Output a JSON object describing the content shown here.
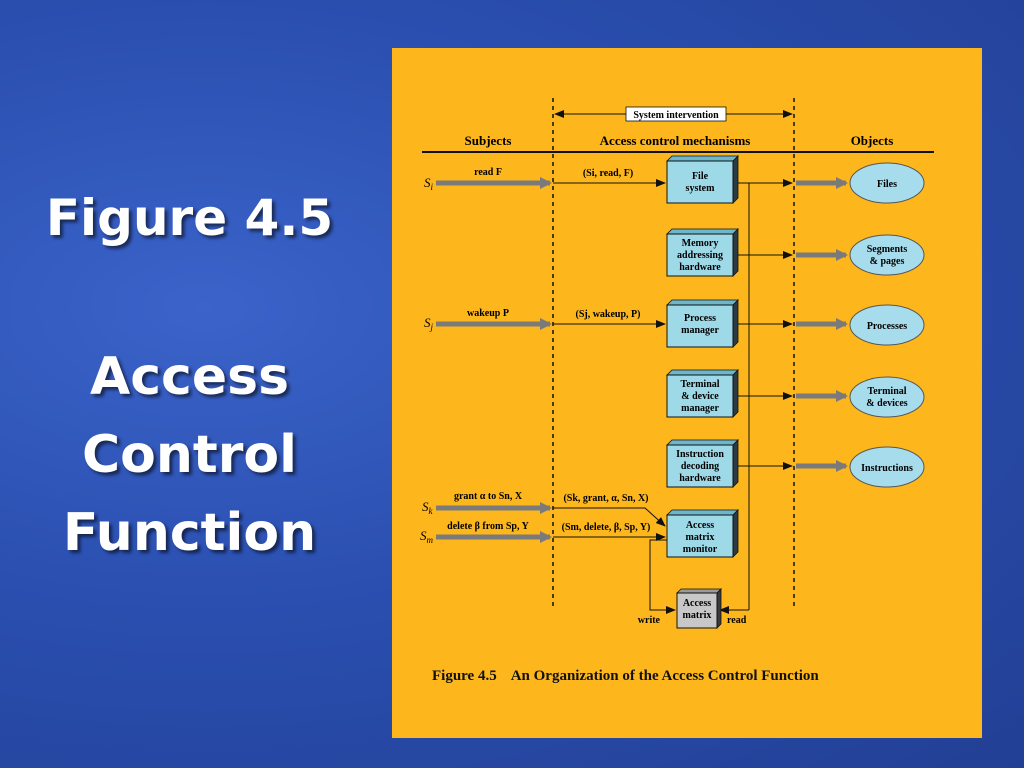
{
  "slide": {
    "title_line1": "Figure 4.5",
    "title_line2": "Access",
    "title_line3": "Control",
    "title_line4": "Function"
  },
  "diagram": {
    "system_intervention": "System intervention",
    "headers": {
      "subjects": "Subjects",
      "mechanisms": "Access control mechanisms",
      "objects": "Objects"
    },
    "subjects": [
      {
        "sym": "S",
        "sub": "i"
      },
      {
        "sym": "S",
        "sub": "j"
      },
      {
        "sym": "S",
        "sub": "k"
      },
      {
        "sym": "S",
        "sub": "m"
      }
    ],
    "requests": [
      {
        "text": "read F"
      },
      {
        "text": "wakeup P"
      },
      {
        "text": "grant α to Sn, X"
      },
      {
        "text": "delete β from Sp, Y"
      }
    ],
    "messages": [
      {
        "text": "(Si, read, F)"
      },
      {
        "text": "(Sj, wakeup, P)"
      },
      {
        "text": "(Sk, grant, α, Sn, X)"
      },
      {
        "text": "(Sm, delete, β, Sp, Y)"
      }
    ],
    "mechanisms": [
      {
        "line1": "File",
        "line2": "system",
        "line3": ""
      },
      {
        "line1": "Memory",
        "line2": "addressing",
        "line3": "hardware"
      },
      {
        "line1": "Process",
        "line2": "manager",
        "line3": ""
      },
      {
        "line1": "Terminal",
        "line2": "& device",
        "line3": "manager"
      },
      {
        "line1": "Instruction",
        "line2": "decoding",
        "line3": "hardware"
      },
      {
        "line1": "Access",
        "line2": "matrix",
        "line3": "monitor"
      }
    ],
    "matrix": {
      "line1": "Access",
      "line2": "matrix"
    },
    "write_label": "write",
    "read_label": "read",
    "objects": [
      {
        "line1": "Files",
        "line2": ""
      },
      {
        "line1": "Segments",
        "line2": "& pages"
      },
      {
        "line1": "Processes",
        "line2": ""
      },
      {
        "line1": "Terminal",
        "line2": "& devices"
      },
      {
        "line1": "Instructions",
        "line2": ""
      }
    ],
    "caption_number": "Figure 4.5",
    "caption_text": "An Organization of the Access Control Function",
    "colors": {
      "box": "#9ed9e8",
      "object": "#a6dcec",
      "arrow": "#7a7a7a",
      "panel": "#fdb71c",
      "matrix_box": "#c8c8c8"
    }
  }
}
